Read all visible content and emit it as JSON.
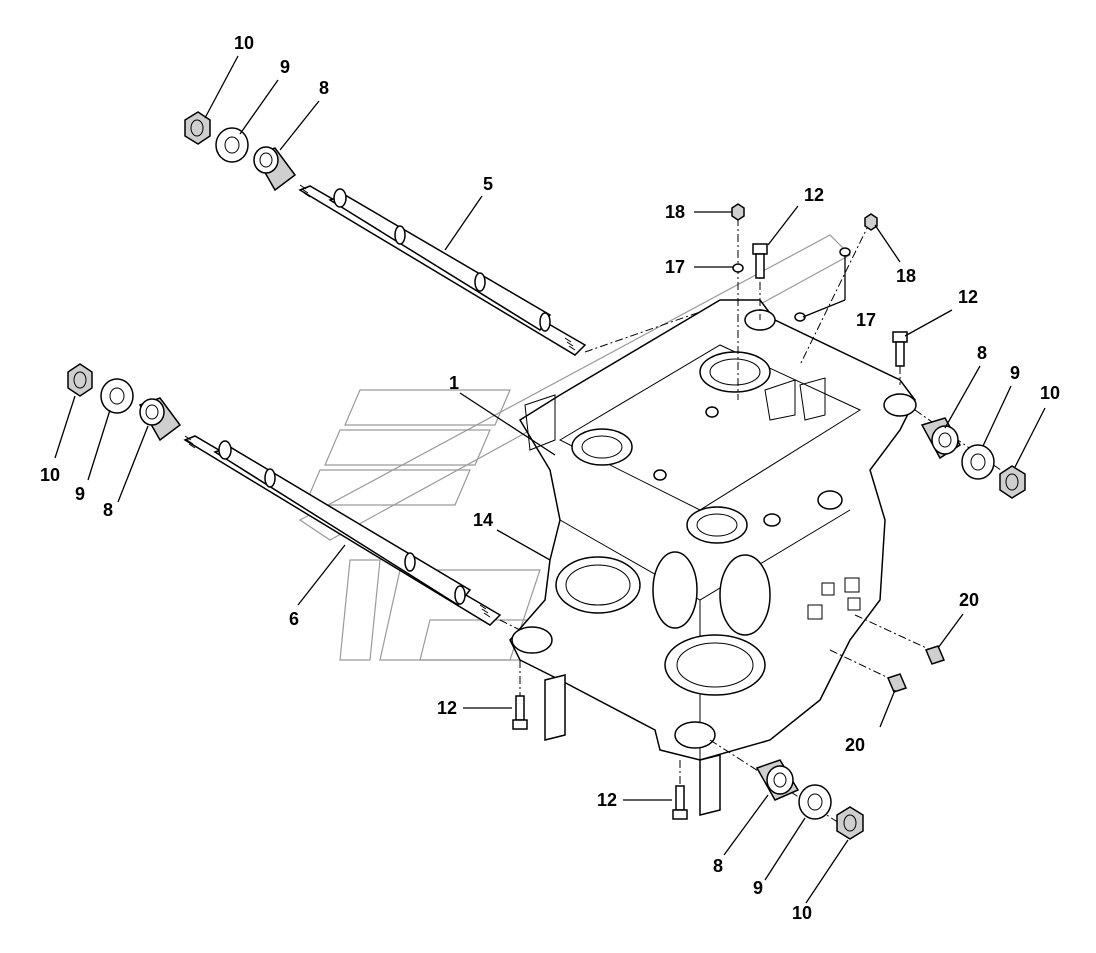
{
  "callouts": {
    "c10a": "10",
    "c9a": "9",
    "c8a": "8",
    "c5": "5",
    "c18a": "18",
    "c12a": "12",
    "c17a": "17",
    "c17b": "17",
    "c18b": "18",
    "c12b": "12",
    "c8b": "8",
    "c9b": "9",
    "c10b": "10",
    "c1": "1",
    "c10c": "10",
    "c9c": "9",
    "c8c": "8",
    "c14": "14",
    "c6": "6",
    "c20a": "20",
    "c20b": "20",
    "c12c": "12",
    "c12d": "12",
    "c8d": "8",
    "c9d": "9",
    "c10d": "10"
  }
}
